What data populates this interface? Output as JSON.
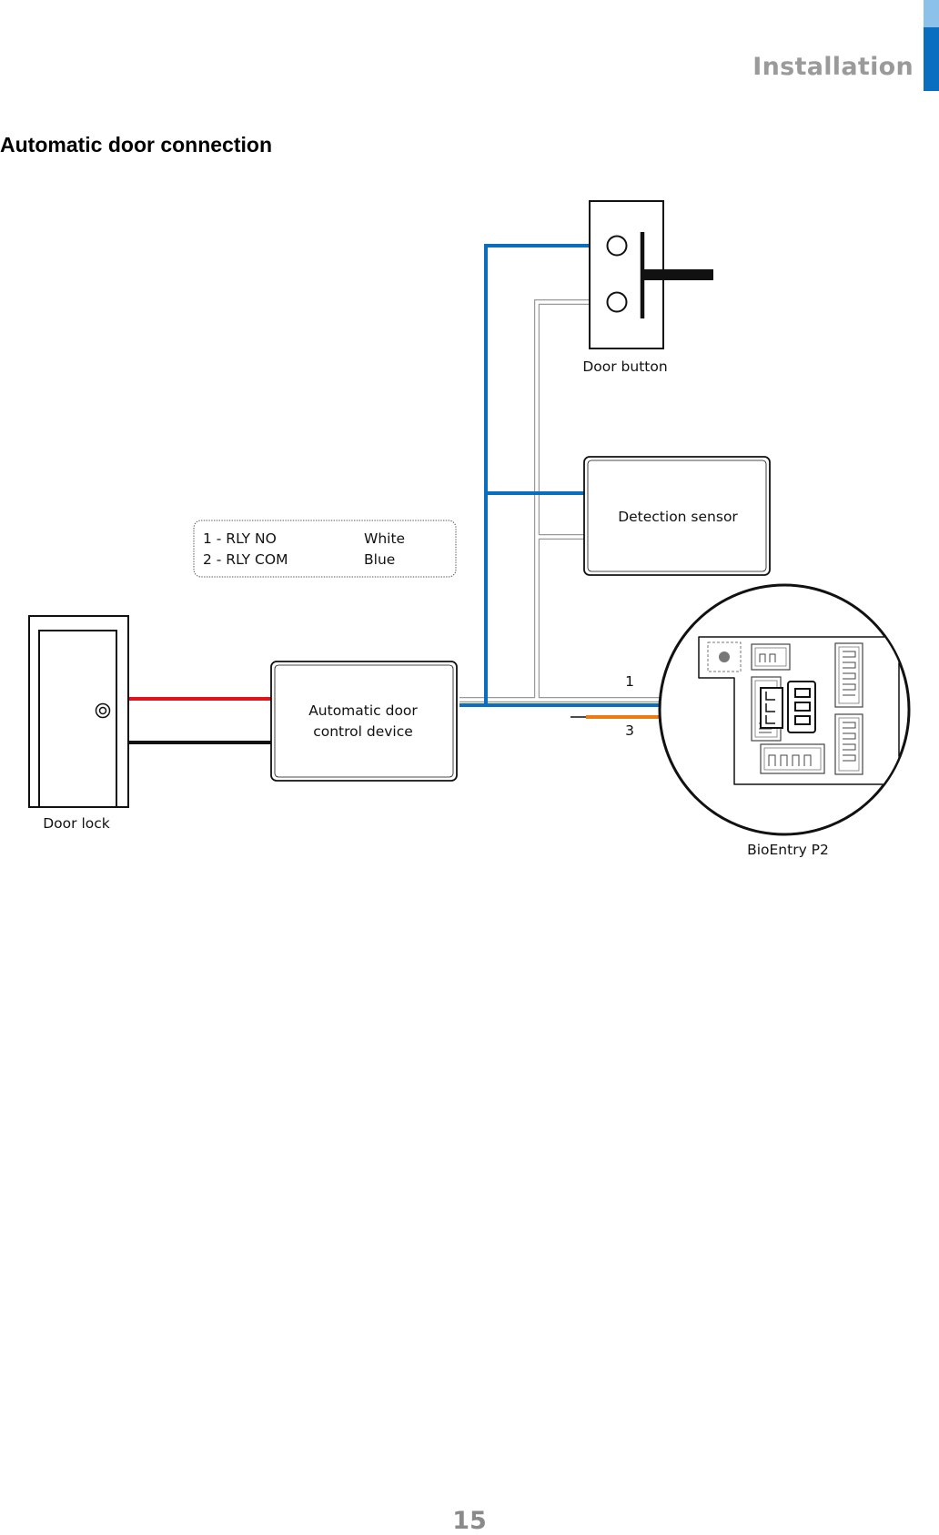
{
  "header": {
    "section": "Installation"
  },
  "title": "Automatic door connection",
  "diagram": {
    "door_button_label": "Door  button",
    "detection_sensor_label": "Detection  sensor",
    "legend": {
      "rows": [
        {
          "pin": "1 -  RLY  NO",
          "color": "White"
        },
        {
          "pin": "2 -  RLY  COM",
          "color": "Blue"
        }
      ]
    },
    "control_device_line1": "Automatic  door",
    "control_device_line2": "control  device",
    "door_lock_label": "Door  lock",
    "device_label": "BioEntry  P2",
    "pin_1": "1",
    "pin_3": "3",
    "wire_colors": {
      "blue": "#0a6ec0",
      "red": "#e0121b",
      "black": "#111111",
      "orange": "#ee7a12",
      "white": "#ffffff"
    }
  },
  "page_number": "15"
}
